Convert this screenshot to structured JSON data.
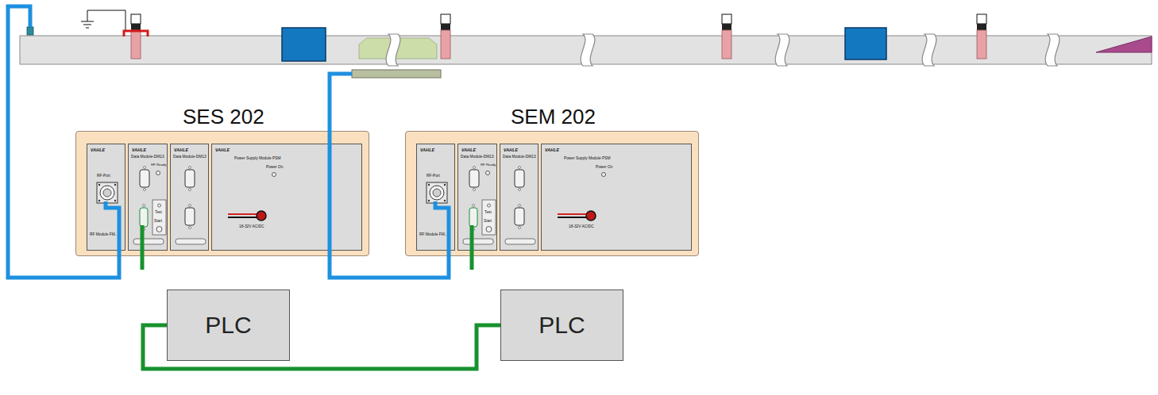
{
  "diagram": {
    "nodes": [
      {
        "text": [
          "SES 202"
        ]
      },
      {
        "text": [
          "VAHLE",
          "RF-Port",
          "RF Module FM.."
        ],
        "in": 0
      },
      {
        "text": [
          "VAHLE",
          "Data Module-DM13",
          "RF Ready",
          "Test",
          "Start"
        ],
        "in": 0
      },
      {
        "text": [
          "VAHLE",
          "Data Module-DM13"
        ],
        "in": 0
      },
      {
        "text": [
          "VAHLE",
          "Power Supply Module PSM",
          "Power On",
          "18-32V AC/DC"
        ],
        "in": 0
      },
      {
        "text": [
          "SEM 202"
        ]
      },
      {
        "text": [
          "VAHLE",
          "RF-Port",
          "RF Module FM.."
        ],
        "in": 5
      },
      {
        "text": [
          "VAHLE",
          "Data Module-DM13",
          "RF Ready",
          "Test",
          "Start"
        ],
        "in": 5
      },
      {
        "text": [
          "VAHLE",
          "Data Module-DM13"
        ],
        "in": 5
      },
      {
        "text": [
          "VAHLE",
          "Power Supply Module PSM",
          "Power On",
          "18-32V AC/DC"
        ],
        "in": 5
      },
      {
        "text": [
          "PLC"
        ]
      },
      {
        "text": [
          "PLC"
        ]
      }
    ],
    "edges": [
      {
        "from": 10,
        "to": 11,
        "arrow": "none"
      }
    ]
  }
}
